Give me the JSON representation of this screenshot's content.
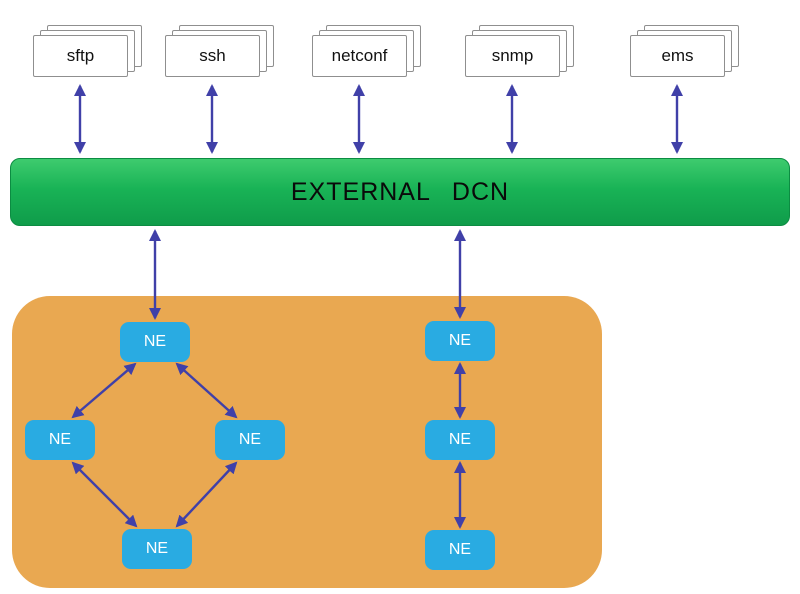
{
  "protocols": [
    {
      "label": "sftp"
    },
    {
      "label": "ssh"
    },
    {
      "label": "netconf"
    },
    {
      "label": "snmp"
    },
    {
      "label": "ems"
    }
  ],
  "dcn": {
    "label": "EXTERNAL DCN"
  },
  "network": {
    "ring_nodes": [
      {
        "label": "NE"
      },
      {
        "label": "NE"
      },
      {
        "label": "NE"
      },
      {
        "label": "NE"
      }
    ],
    "chain_nodes": [
      {
        "label": "NE"
      },
      {
        "label": "NE"
      },
      {
        "label": "NE"
      }
    ]
  },
  "colors": {
    "arrow_purple": "#4040a8",
    "dcn_green": "#19b356",
    "container_orange": "#e9a851",
    "ne_blue": "#29abe2"
  }
}
